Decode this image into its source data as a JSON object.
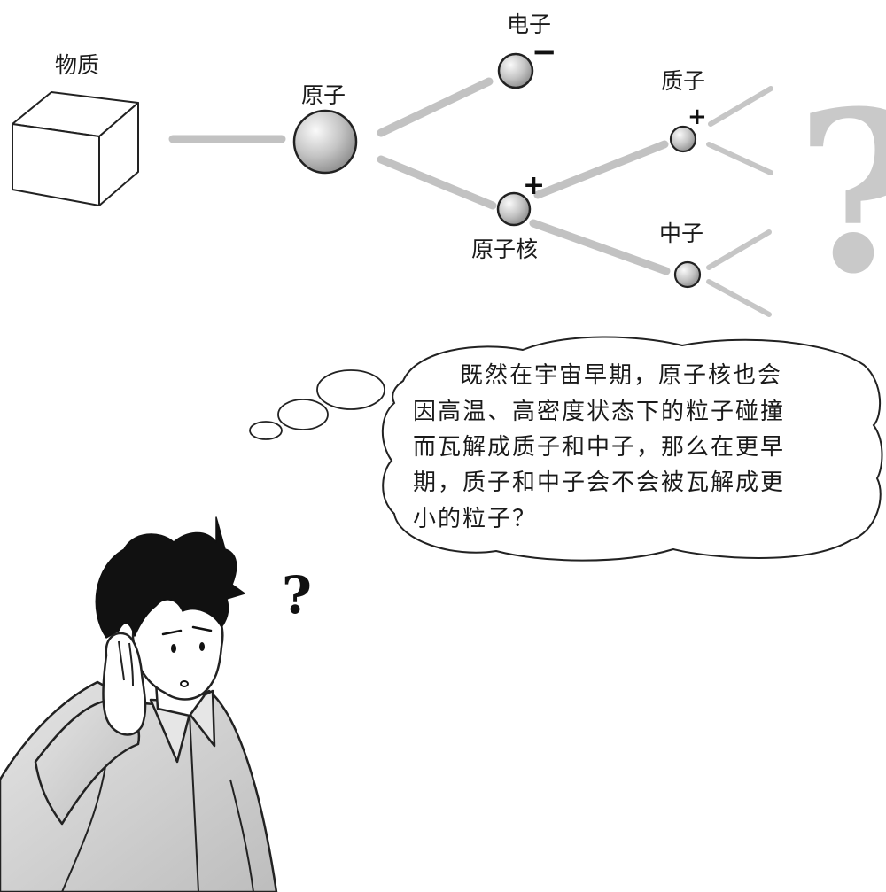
{
  "diagram": {
    "labels": {
      "matter": "物质",
      "atom": "原子",
      "electron": "电子",
      "nucleus": "原子核",
      "proton": "质子",
      "neutron": "中子"
    },
    "signs": {
      "electron": "−",
      "nucleus": "+",
      "proton": "+"
    },
    "unknown_mark": "?"
  },
  "thought_bubble": {
    "lines": [
      "    既然在宇宙早期，原子核也会",
      "因高温、高密度状态下的粒子碰撞",
      "而瓦解成质子和中子，那么在更早",
      "期，质子和中子会不会被瓦解成更",
      "小的粒子？"
    ]
  },
  "character": {
    "question_mark": "?"
  },
  "colors": {
    "branch": "#c2c2c2",
    "big_question": "#c9c9c9",
    "sphere_light": "#f4f4f4",
    "sphere_dark": "#8a8a8a",
    "ink": "#1a1a1a"
  }
}
